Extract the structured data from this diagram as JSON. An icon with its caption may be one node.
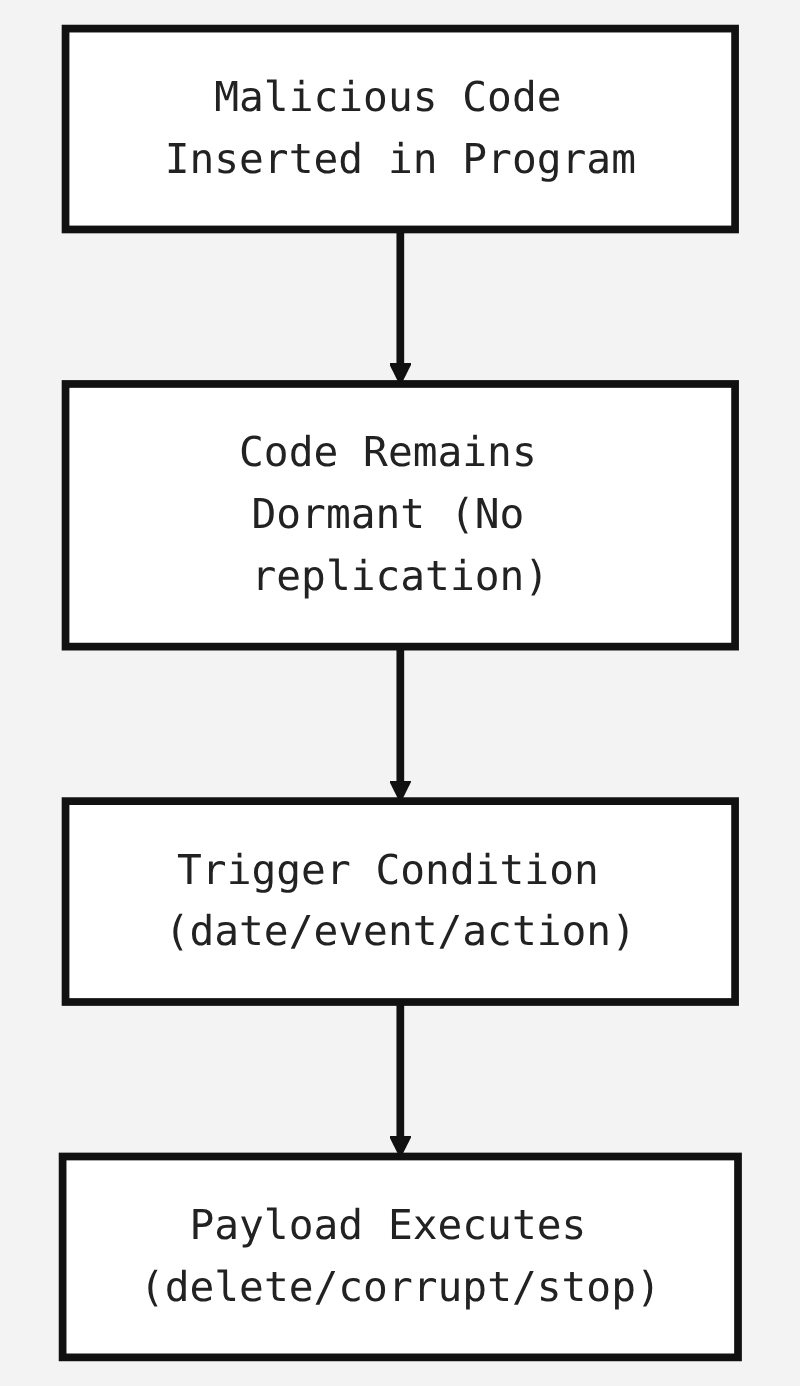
{
  "diagram": {
    "nodes": [
      {
        "text": [
          "Malicious Code Inserted in Program"
        ]
      },
      {
        "text": [
          "Code Remains Dormant (No replication)"
        ]
      },
      {
        "text": [
          "Trigger Condition (date/event/action)"
        ]
      },
      {
        "text": [
          "Payload Executes (delete/corrupt/stop)"
        ]
      }
    ],
    "edges": [
      {
        "from": 0,
        "to": 1,
        "arrow": "to"
      },
      {
        "from": 1,
        "to": 2,
        "arrow": "to"
      },
      {
        "from": 2,
        "to": 3,
        "arrow": "to"
      }
    ]
  }
}
